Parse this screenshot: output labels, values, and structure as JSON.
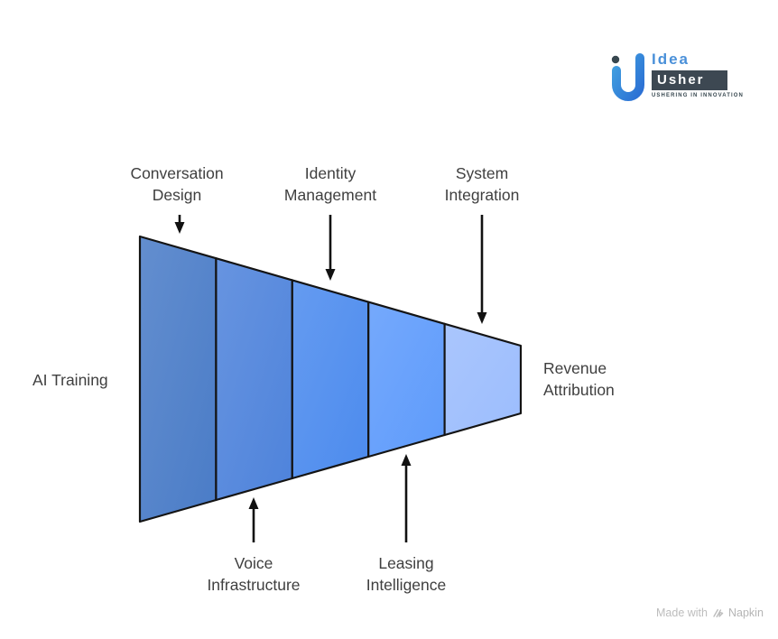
{
  "logo": {
    "name": "Idea Usher logo",
    "word1": "Idea",
    "word2": "Usher",
    "tagline": "USHERING IN INNOVATION"
  },
  "footer": {
    "made_with": "Made with",
    "brand": "Napkin"
  },
  "chart_data": {
    "type": "funnel",
    "orientation": "horizontal-narrowing-right",
    "title": "",
    "stages": [
      {
        "label": "AI Training",
        "position": "left"
      },
      {
        "label": "Conversation Design",
        "position": "top",
        "segment": 1
      },
      {
        "label": "Voice Infrastructure",
        "position": "bottom",
        "segment": 2
      },
      {
        "label": "Identity Management",
        "position": "top",
        "segment": 3
      },
      {
        "label": "Leasing Intelligence",
        "position": "bottom",
        "segment": 4
      },
      {
        "label": "System Integration",
        "position": "top",
        "segment": 5
      },
      {
        "label": "Revenue Attribution",
        "position": "right"
      }
    ],
    "segment_count": 5,
    "segment_colors": [
      "#4A7CC7",
      "#4E83DB",
      "#4C8BEE",
      "#5E9BFB",
      "#9CBDFD"
    ],
    "outline_color": "#141414",
    "arrow_color": "#111111",
    "label_color": "#3f3f3f"
  }
}
